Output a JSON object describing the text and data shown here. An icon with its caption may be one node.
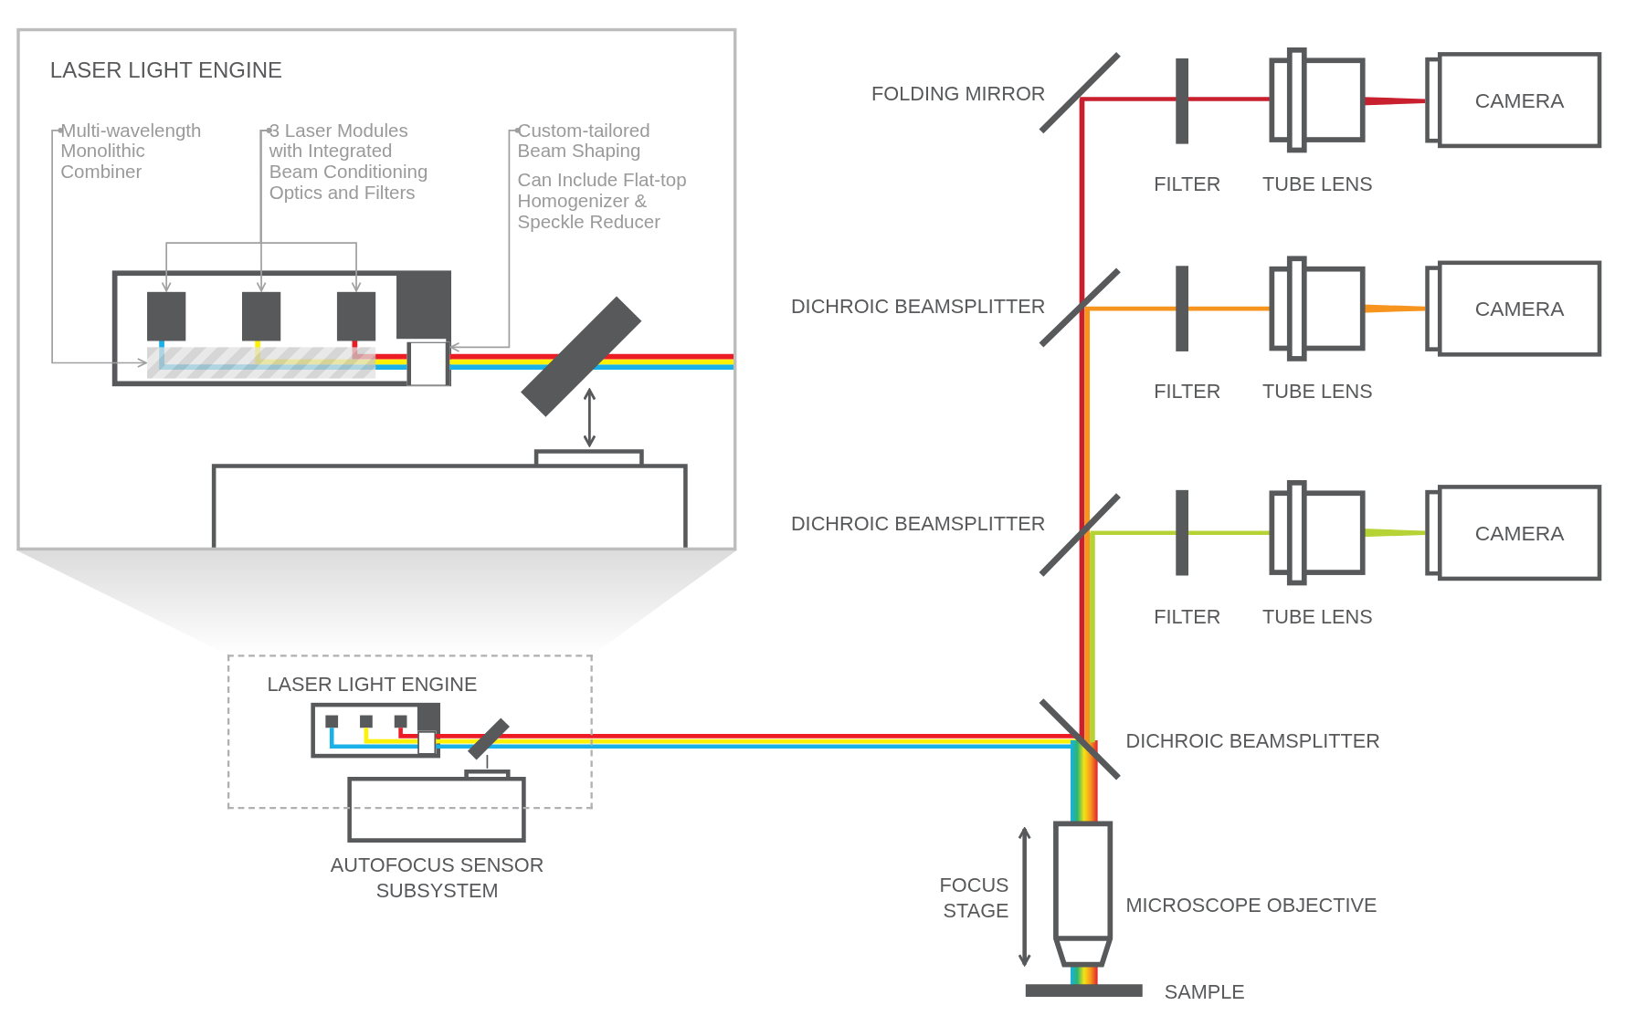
{
  "diagram": {
    "nodes": [
      {
        "text": [
          "LASER LIGHT ENGINE"
        ]
      },
      {
        "text": [
          "Multi-wavelength Monolithic Combiner"
        ],
        "in": 0
      },
      {
        "text": [
          "3 Laser Modules with Integrated Beam Conditioning Optics and Filters"
        ],
        "in": 0
      },
      {
        "text": [
          "Custom-tailored Beam Shaping",
          "Can Include Flat-top Homogenizer & Speckle Reducer"
        ],
        "in": 0
      },
      {
        "text": [],
        "shape": "box",
        "in": 0
      },
      {
        "text": [],
        "shape": "box",
        "in": 0
      },
      {
        "text": [],
        "shape": "box",
        "in": 0
      },
      {
        "text": [],
        "shape": "box",
        "in": 0
      },
      {
        "text": [],
        "shape": "box",
        "in": 0
      },
      {
        "text": [
          "LASER LIGHT ENGINE"
        ]
      },
      {
        "text": [
          "CAMERA"
        ]
      },
      {
        "text": [
          "CAMERA"
        ]
      },
      {
        "text": [
          "CAMERA"
        ]
      }
    ],
    "edges": [
      {
        "from": 1,
        "to": 4,
        "arrow": "to"
      },
      {
        "from": 2,
        "to": 5,
        "arrow": "to"
      },
      {
        "from": 2,
        "to": 6,
        "arrow": "to"
      },
      {
        "from": 2,
        "to": 7,
        "arrow": "to"
      },
      {
        "from": 3,
        "to": 8,
        "arrow": "to"
      }
    ],
    "labels": [
      "FOLDING MIRROR",
      "FILTER",
      "TUBE LENS",
      "DICHROIC BEAMSPLITTER",
      "FILTER",
      "TUBE LENS",
      "DICHROIC BEAMSPLITTER",
      "FILTER",
      "TUBE LENS",
      "DICHROIC BEAMSPLITTER",
      "AUTOFOCUS SENSOR SUBSYSTEM",
      "FOCUS STAGE",
      "MICROSCOPE OBJECTIVE",
      "SAMPLE"
    ]
  }
}
